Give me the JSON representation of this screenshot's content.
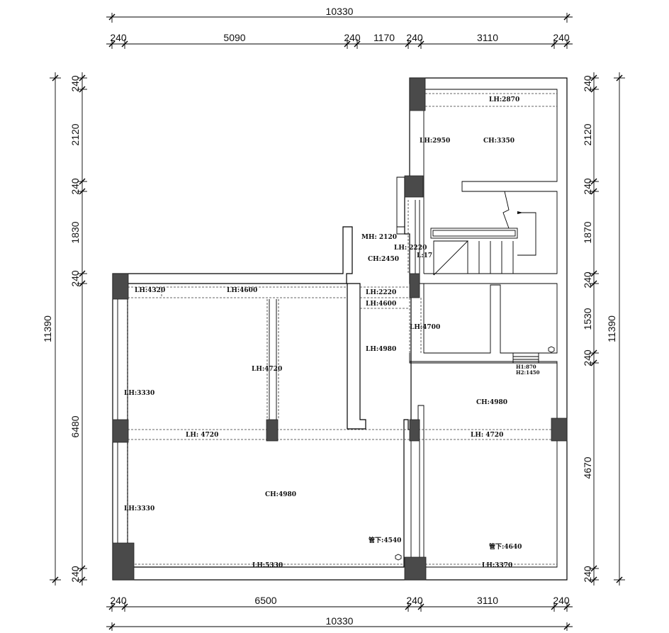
{
  "dimensions": {
    "top_total": "10330",
    "top_segments": [
      "240",
      "5090",
      "240",
      "1170",
      "240",
      "3110",
      "240"
    ],
    "bottom_segments": [
      "240",
      "6500",
      "240",
      "3110",
      "240"
    ],
    "bottom_total": "10330",
    "left_segments": [
      "240",
      "2120",
      "240",
      "1830",
      "240",
      "6480",
      "240"
    ],
    "left_total": "11390",
    "right_segments": [
      "240",
      "2120",
      "240",
      "1870",
      "240",
      "1530",
      "240",
      "4670",
      "240"
    ],
    "right_total": "11390"
  },
  "labels": {
    "lh_2870": "LH:2870",
    "lh_2950": "LH:2950",
    "ch_3350": "CH:3350",
    "mh_2120": "MH: 2120",
    "lh_2220a": "LH: 2220",
    "l17": "L:17",
    "ch_2450": "CH:2450",
    "lh_4320": "LH:4320",
    "lh_4600a": "LH:4600",
    "lh_2220b": "LH:2220",
    "lh_4600b": "LH:4600",
    "lh_4700": "LH:4700",
    "lh_4980": "LH:4980",
    "lh_4720a": "LH:4720",
    "lh_3330a": "LH:3330",
    "h1_870": "H1:870",
    "h2_1450": "H2:1450",
    "ch_4980a": "CH:4980",
    "lh_4720b": "LH: 4720",
    "lh_4720c": "LH: 4720",
    "ch_4980b": "CH:4980",
    "lh_3330b": "LH:3330",
    "pipe_4540": "管下:4540",
    "pipe_4640": "管下:4640",
    "lh_5330": "LH:5330",
    "lh_3370": "LH:3370"
  }
}
